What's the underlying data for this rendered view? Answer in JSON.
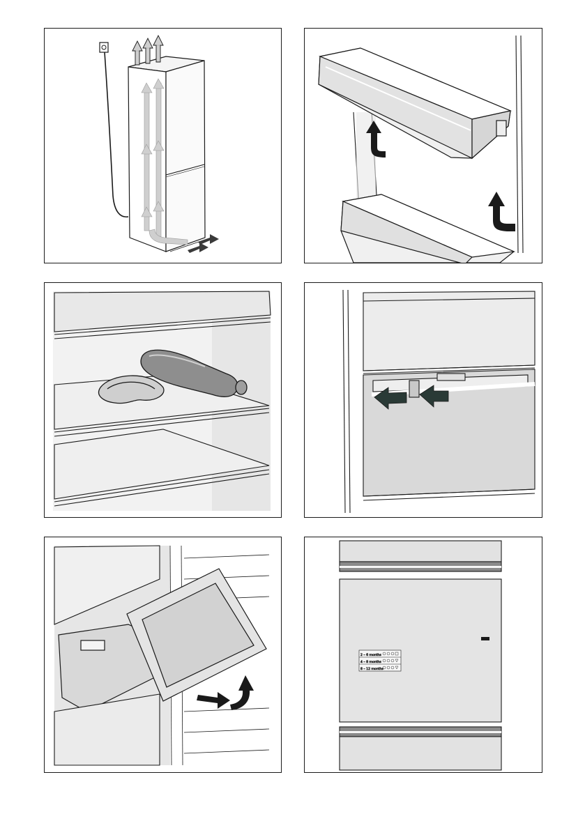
{
  "panels": [
    {
      "id": "p1",
      "icons": [
        "power-socket-icon",
        "airflow-arrows-icon"
      ]
    },
    {
      "id": "p2",
      "icons": [
        "lift-arrow-icon"
      ]
    },
    {
      "id": "p3",
      "icons": []
    },
    {
      "id": "p4",
      "icons": [
        "slide-left-arrow-icon",
        "slide-right-arrow-icon"
      ]
    },
    {
      "id": "p5",
      "icons": [
        "pull-out-arrow-icon",
        "lift-arrow-icon"
      ]
    },
    {
      "id": "p6",
      "icons": [
        "freezer-storage-label-icon"
      ]
    }
  ],
  "freezer_label": {
    "rows": [
      {
        "duration": "2 – 6 months"
      },
      {
        "duration": "4 – 8 months"
      },
      {
        "duration": "8 – 12 months"
      }
    ]
  },
  "colors": {
    "outline": "#1a1a1a",
    "arrow_light": "#cfcfcf",
    "arrow_dark": "#2a3a36",
    "surface": "#ececec",
    "shadow": "#bdbdbd"
  }
}
